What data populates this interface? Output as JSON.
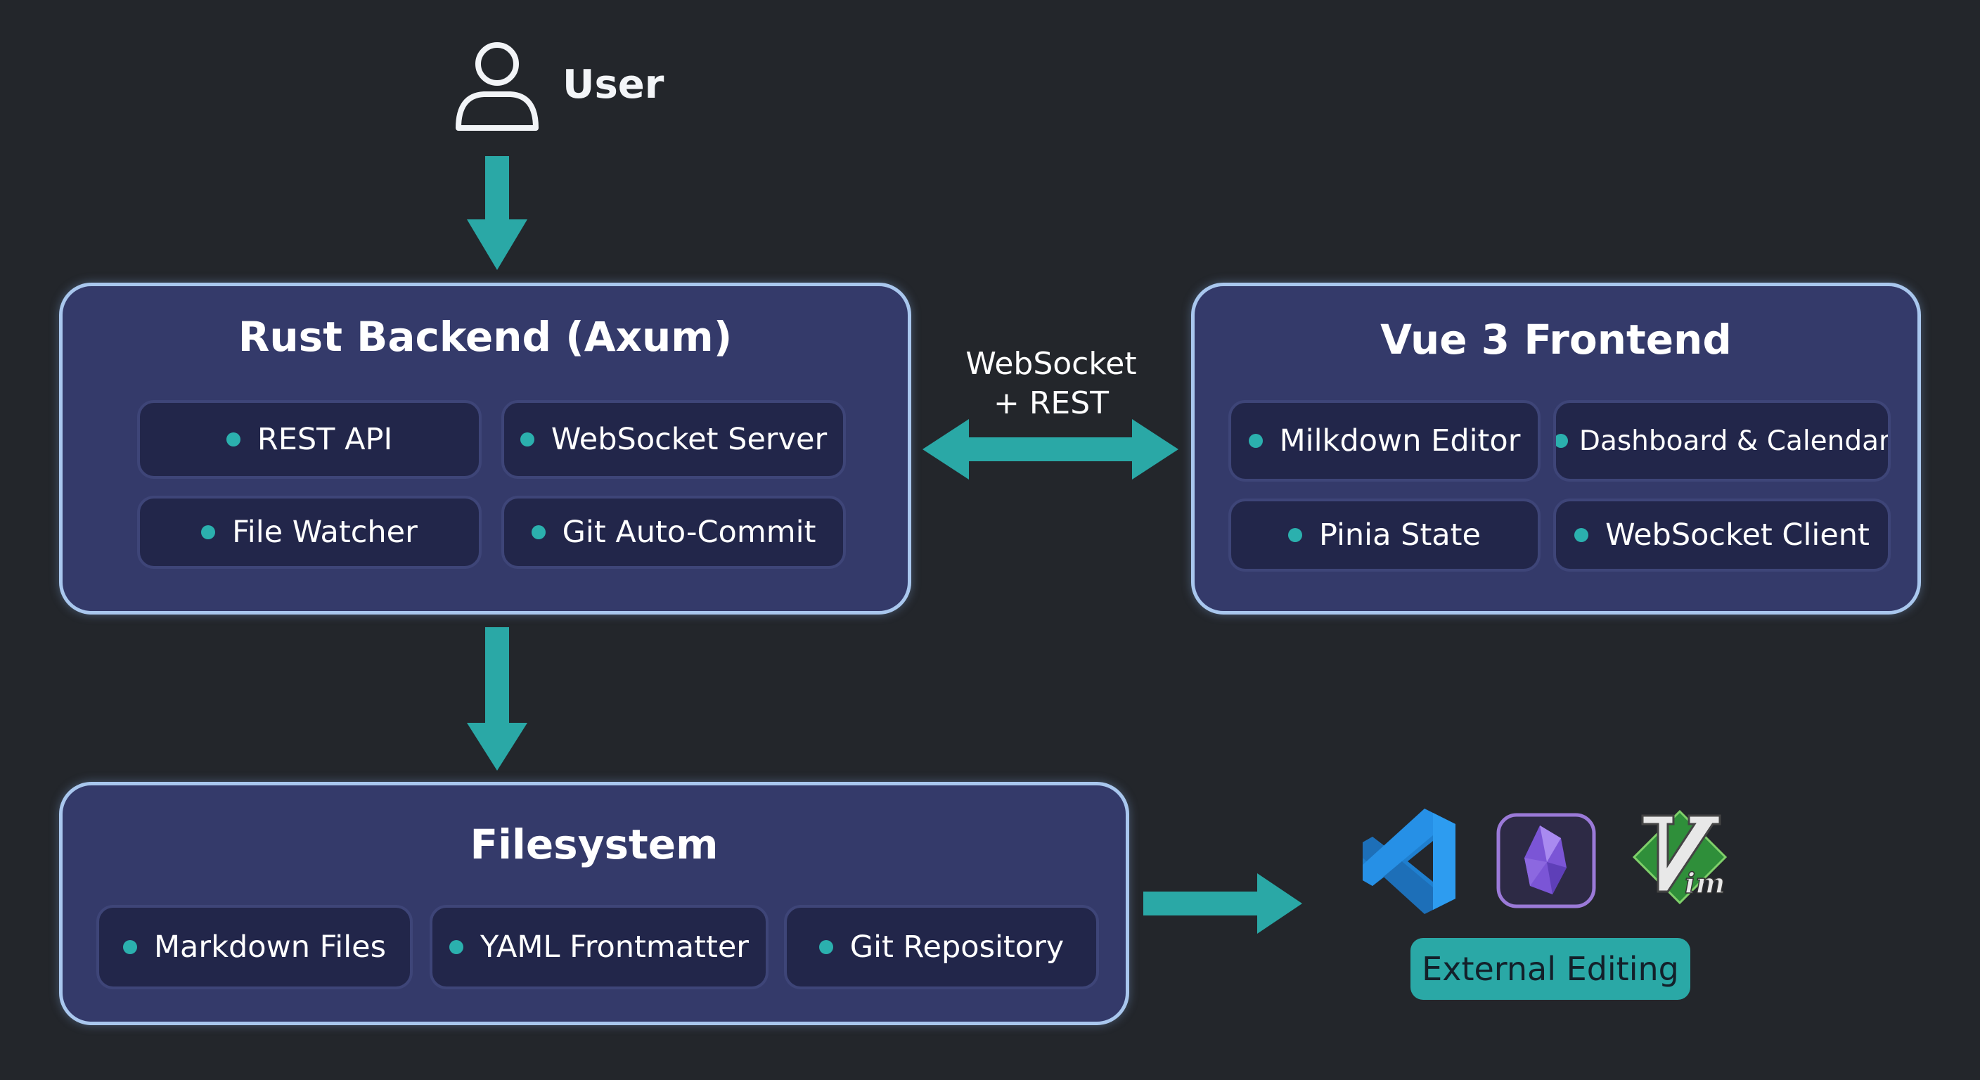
{
  "user": {
    "label": "User"
  },
  "backend": {
    "title": "Rust Backend (Axum)",
    "components": [
      "REST API",
      "WebSocket Server",
      "File Watcher",
      "Git Auto-Commit"
    ]
  },
  "frontend": {
    "title": "Vue 3 Frontend",
    "components": [
      "Milkdown Editor",
      "Dashboard & Calendar",
      "Pinia State",
      "WebSocket Client"
    ]
  },
  "filesystem": {
    "title": "Filesystem",
    "components": [
      "Markdown Files",
      "YAML Frontmatter",
      "Git Repository"
    ]
  },
  "connection": {
    "line1": "WebSocket",
    "line2": "+ REST"
  },
  "external": {
    "label": "External Editing",
    "editors": [
      "vscode-icon",
      "obsidian-icon",
      "vim-icon"
    ]
  },
  "colors": {
    "background": "#23262b",
    "panel": "#343a6a",
    "panel_border": "#a9c7ee",
    "chip": "#22264a",
    "accent": "#2aa8a6"
  }
}
